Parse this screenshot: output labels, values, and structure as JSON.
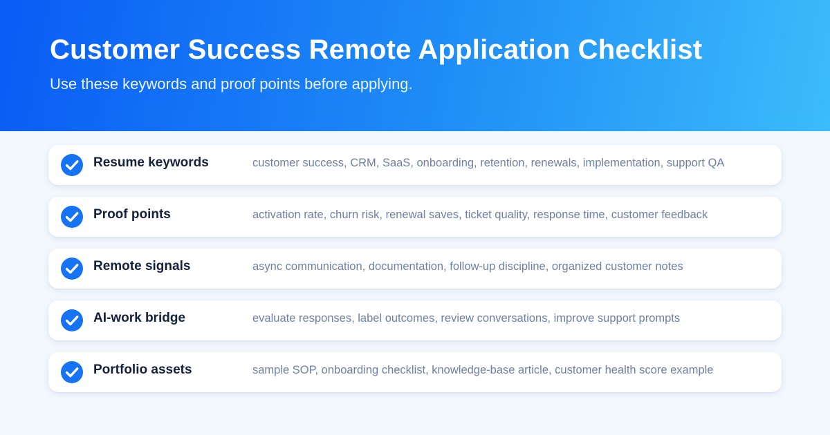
{
  "header": {
    "title": "Customer Success Remote Application Checklist",
    "subtitle": "Use these keywords and proof points before applying."
  },
  "colors": {
    "gradient_start": "#0a5cf5",
    "gradient_end": "#3bbcfb",
    "check_fill": "#1673f3",
    "title_text": "#14213d",
    "desc_text": "#6e80a3"
  },
  "items": [
    {
      "icon": "check-circle-icon",
      "title": "Resume keywords",
      "description": "customer success, CRM, SaaS, onboarding, retention, renewals, implementation, support QA"
    },
    {
      "icon": "check-circle-icon",
      "title": "Proof points",
      "description": "activation rate, churn risk, renewal saves, ticket quality, response time, customer feedback"
    },
    {
      "icon": "check-circle-icon",
      "title": "Remote signals",
      "description": "async communication, documentation, follow-up discipline, organized customer notes"
    },
    {
      "icon": "check-circle-icon",
      "title": "AI-work bridge",
      "description": "evaluate responses, label outcomes, review conversations, improve support prompts"
    },
    {
      "icon": "check-circle-icon",
      "title": "Portfolio assets",
      "description": "sample SOP, onboarding checklist, knowledge-base article, customer health score example"
    }
  ]
}
